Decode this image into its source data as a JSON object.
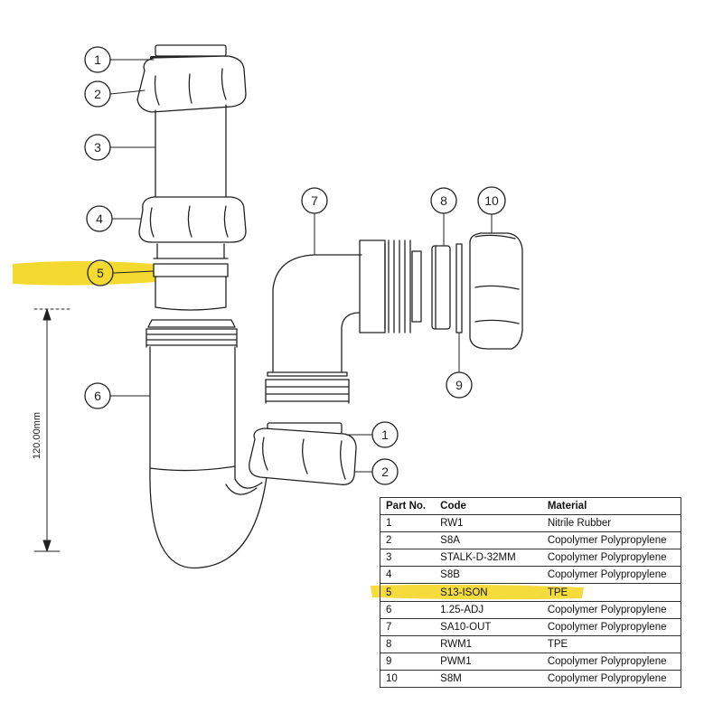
{
  "highlight_color": "#f3d51a",
  "dimension": {
    "label": "120.00mm"
  },
  "callouts": {
    "c1_top": "1",
    "c2_top": "2",
    "c3": "3",
    "c4": "4",
    "c5": "5",
    "c6": "6",
    "c7": "7",
    "c8": "8",
    "c9": "9",
    "c10": "10",
    "c1_bottom": "1",
    "c2_bottom": "2"
  },
  "table": {
    "headers": {
      "part_no": "Part No.",
      "code": "Code",
      "material": "Material"
    },
    "rows": [
      {
        "part_no": "1",
        "code": "RW1",
        "material": "Nitrile Rubber"
      },
      {
        "part_no": "2",
        "code": "S8A",
        "material": "Copolymer Polypropylene"
      },
      {
        "part_no": "3",
        "code": "STALK-D-32MM",
        "material": "Copolymer Polypropylene"
      },
      {
        "part_no": "4",
        "code": "S8B",
        "material": "Copolymer Polypropylene"
      },
      {
        "part_no": "5",
        "code": "S13-ISON",
        "material": "TPE"
      },
      {
        "part_no": "6",
        "code": "1.25-ADJ",
        "material": "Copolymer Polypropylene"
      },
      {
        "part_no": "7",
        "code": "SA10-OUT",
        "material": "Copolymer Polypropylene"
      },
      {
        "part_no": "8",
        "code": "RWM1",
        "material": "TPE"
      },
      {
        "part_no": "9",
        "code": "PWM1",
        "material": "Copolymer Polypropylene"
      },
      {
        "part_no": "10",
        "code": "S8M",
        "material": "Copolymer Polypropylene"
      }
    ]
  }
}
